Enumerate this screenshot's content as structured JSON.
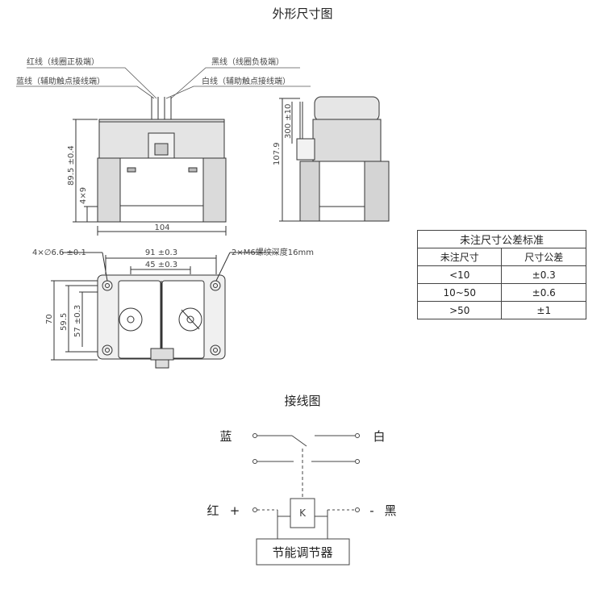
{
  "titles": {
    "outline": "外形尺寸图",
    "wiring": "接线图"
  },
  "wire_labels": {
    "red": "红线（线圈正极端）",
    "blue": "蓝线（辅助触点接线端）",
    "black": "黑线（线圈负极端）",
    "white": "白线（辅助触点接线端）"
  },
  "front_view": {
    "height": "89.5 ±0.4",
    "step": "4×9",
    "width": "104"
  },
  "side_view": {
    "wire_length": "300 ±10",
    "height": "107.9"
  },
  "bottom_view": {
    "holes": "4×∅6.6 ±0.1",
    "thread": "2×M6螺纹深度16mm",
    "span_91": "91 ±0.3",
    "span_45": "45 ±0.3",
    "h_70": "70",
    "h_59": "59.5",
    "h_57": "57 ±0.3"
  },
  "tolerance_table": {
    "title": "未注尺寸公差标准",
    "col1": "未注尺寸",
    "col2": "尺寸公差",
    "rows": [
      {
        "range": "<10",
        "tol": "±0.3"
      },
      {
        "range": "10~50",
        "tol": "±0.6"
      },
      {
        "range": ">50",
        "tol": "±1"
      }
    ]
  },
  "wiring": {
    "blue": "蓝",
    "white": "白",
    "red": "红",
    "plus": "+",
    "minus": "-",
    "black": "黑",
    "coil": "K",
    "regulator": "节能调节器"
  }
}
